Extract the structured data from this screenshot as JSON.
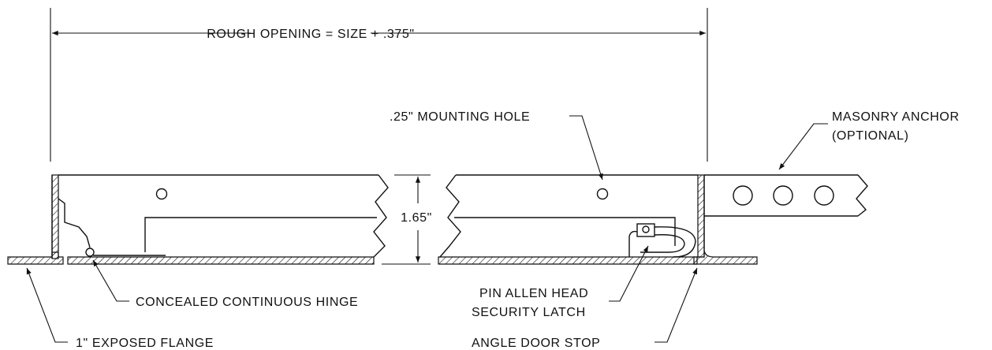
{
  "dimensions": {
    "rough_opening": "ROUGH OPENING = SIZE + .375\"",
    "depth": "1.65\""
  },
  "callouts": {
    "mounting_hole": ".25\" MOUNTING HOLE",
    "masonry_anchor": [
      "MASONRY ANCHOR",
      "(OPTIONAL)"
    ],
    "hinge": "CONCEALED CONTINUOUS HINGE",
    "flange": "1\" EXPOSED FLANGE",
    "latch": [
      "PIN ALLEN HEAD",
      "SECURITY LATCH"
    ],
    "door_stop": "ANGLE DOOR STOP"
  }
}
